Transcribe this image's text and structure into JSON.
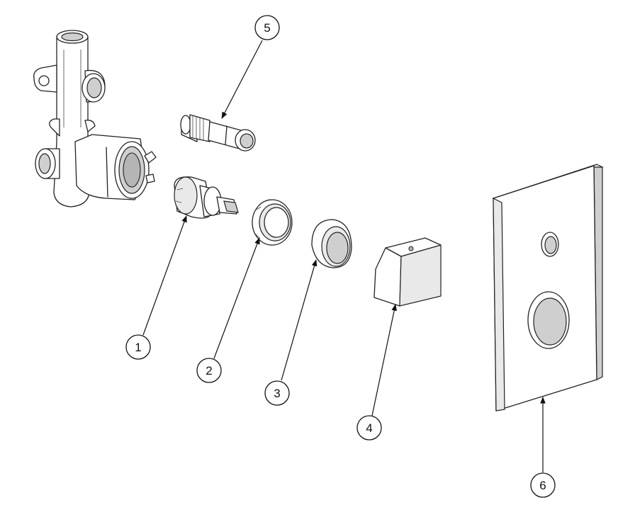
{
  "callouts": [
    {
      "id": "1",
      "label": "1"
    },
    {
      "id": "2",
      "label": "2"
    },
    {
      "id": "3",
      "label": "3"
    },
    {
      "id": "4",
      "label": "4"
    },
    {
      "id": "5",
      "label": "5"
    },
    {
      "id": "6",
      "label": "6"
    }
  ],
  "colors": {
    "line": "#222222",
    "fill": "#ffffff",
    "shade_light": "#e9e9e9",
    "shade_mid": "#cfcfcf",
    "shade_dark": "#b5b5b5"
  }
}
